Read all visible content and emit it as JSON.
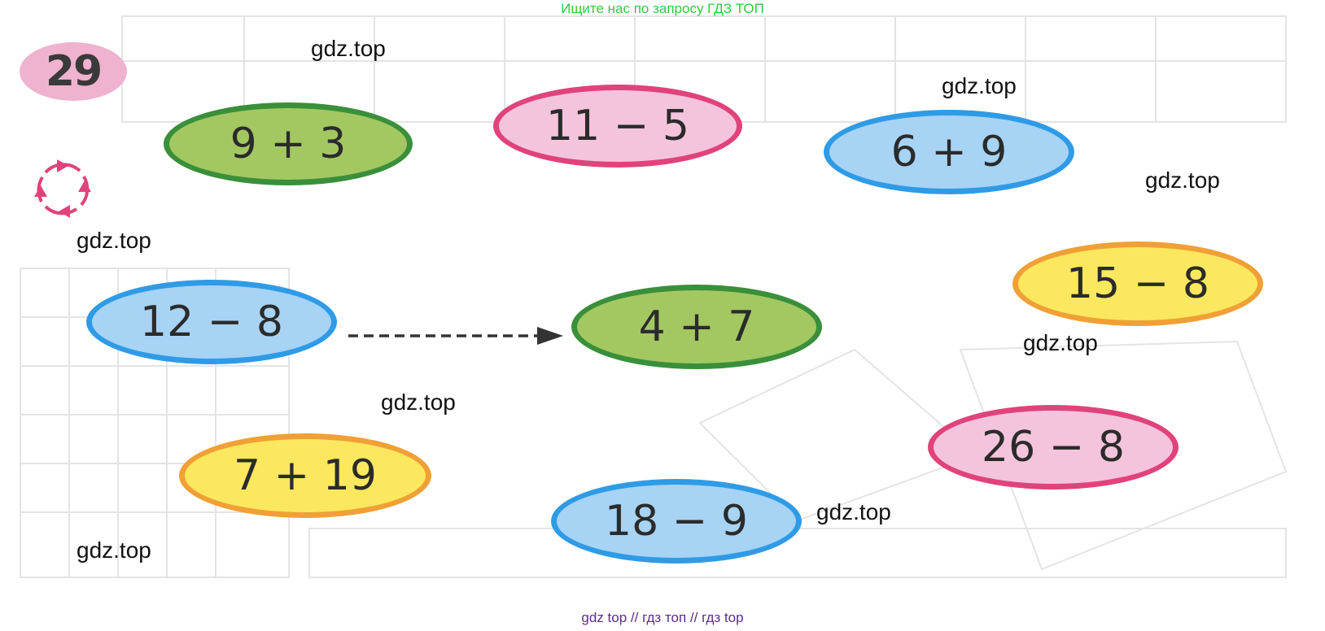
{
  "top_banner": "Ищите нас по запросу ГДЗ ТОП",
  "bottom_banner": "gdz top  //  гдз топ  //  гдз top",
  "task_number": "29",
  "icons": {
    "cycle": "cycle-arrows-icon",
    "arrow": "dashed-arrow-right"
  },
  "expressions": [
    {
      "text": "9 + 3",
      "color": "green"
    },
    {
      "text": "11 − 5",
      "color": "pink"
    },
    {
      "text": "6 + 9",
      "color": "blue"
    },
    {
      "text": "15 − 8",
      "color": "yellow"
    },
    {
      "text": "12 − 8",
      "color": "blue"
    },
    {
      "text": "4 + 7",
      "color": "green"
    },
    {
      "text": "26 − 8",
      "color": "pink"
    },
    {
      "text": "7 + 19",
      "color": "yellow"
    },
    {
      "text": "18 − 9",
      "color": "blue"
    }
  ],
  "watermarks": [
    "gdz.top",
    "gdz.top",
    "gdz.top",
    "gdz.top",
    "gdz.top",
    "gdz.top",
    "gdz.top",
    "gdz.top"
  ],
  "colors": {
    "green_fill": "#a3c862",
    "green_border": "#3a8f3a",
    "pink_fill": "#f4c4dc",
    "pink_border": "#e0437b",
    "blue_fill": "#a7d3f5",
    "blue_border": "#2f9be6",
    "yellow_fill": "#fbe85e",
    "yellow_border": "#f0a036",
    "badge": "#efb3cf",
    "banner_green": "#2ecc40",
    "banner_purple": "#5b2d8a"
  }
}
